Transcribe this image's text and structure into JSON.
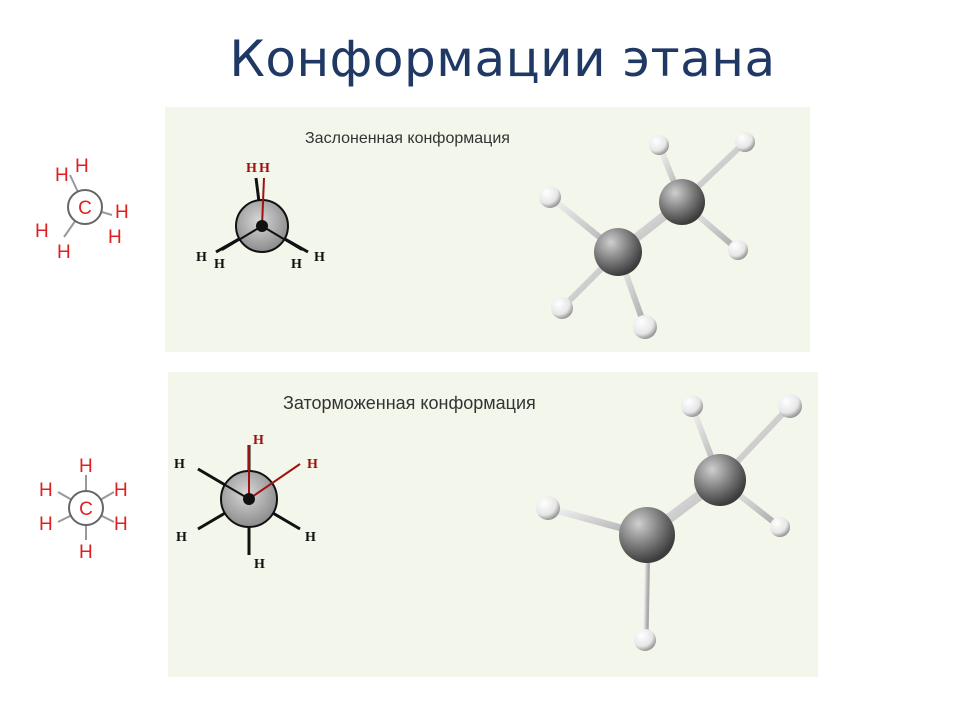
{
  "title": "Конформации этана",
  "eclipsed": {
    "caption": "Заслоненная конформация",
    "atom_h": "H",
    "atom_c": "C"
  },
  "staggered": {
    "caption": "Заторможенная конформация",
    "atom_h": "H",
    "atom_c": "C"
  },
  "colors": {
    "title": "#1f3864",
    "panel": "#f3f6ea",
    "red_label": "#e02020",
    "front_bond": "#a01010",
    "carbon": "#7a7a7a",
    "hydrogen": "#f0f0f0"
  }
}
